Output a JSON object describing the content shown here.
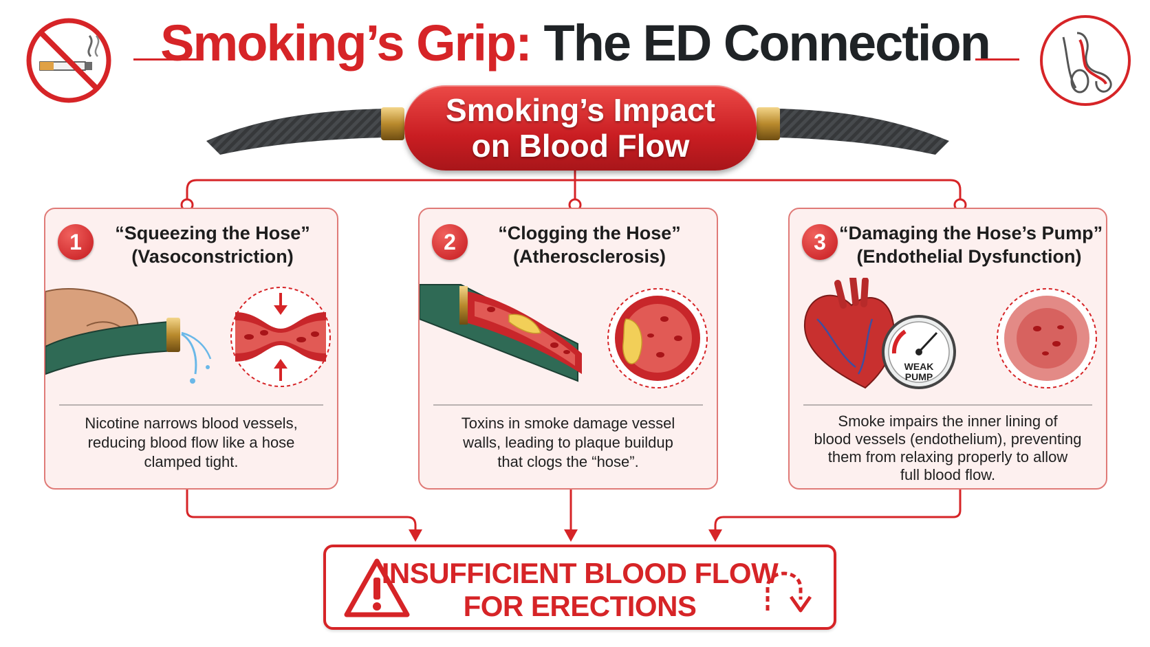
{
  "header": {
    "title_part1": "Smoking’s Grip:",
    "title_part2": "The ED Connection",
    "left_icon": "no-smoking-icon",
    "right_icon": "anatomy-icon"
  },
  "banner": {
    "line1": "Smoking’s Impact",
    "line2": "on Blood Flow"
  },
  "cards": [
    {
      "number": "1",
      "title": "“Squeezing the Hose”",
      "subtitle": "(Vasoconstriction)",
      "lines": [
        "Nicotine narrows blood vessels,",
        "reducing blood flow like a hose",
        "clamped tight."
      ]
    },
    {
      "number": "2",
      "title": "“Clogging the Hose”",
      "subtitle": "(Atherosclerosis)",
      "lines": [
        "Toxins in smoke damage vessel",
        "walls, leading to plaque buildup",
        "that clogs the “hose”."
      ]
    },
    {
      "number": "3",
      "title": "“Damaging the Hose’s Pump”",
      "subtitle": "(Endothelial Dysfunction)",
      "gauge_line1": "WEAK",
      "gauge_line2": "PUMP",
      "lines": [
        "Smoke impairs the inner lining of",
        "blood vessels (endothelium), preventing",
        "them from relaxing properly to allow",
        "full blood flow."
      ]
    }
  ],
  "result": {
    "line1": "INSUFFICIENT BLOOD FLOW",
    "line2": "FOR ERECTIONS",
    "warning_icon": "warning-triangle-icon",
    "flow_icon": "curved-arrow-icon"
  },
  "colors": {
    "accent": "#d62427",
    "dark": "#1f2326",
    "card_bg": "#fdf0ef"
  }
}
